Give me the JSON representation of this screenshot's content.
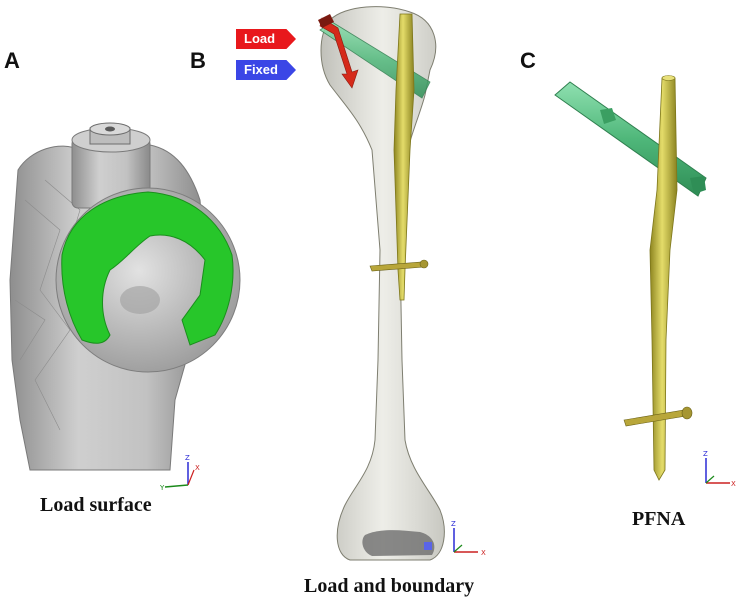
{
  "panels": {
    "a": {
      "letter": "A",
      "caption": "Load surface"
    },
    "b": {
      "letter": "B",
      "caption": "Load and boundary"
    },
    "c": {
      "letter": "C",
      "caption": "PFNA"
    }
  },
  "legend": {
    "load_label": "Load",
    "fixed_label": "Fixed",
    "load_color": "#e8181c",
    "fixed_color": "#3b46e6"
  },
  "triad_a": {
    "x": "Y",
    "y": "Z",
    "z": "X"
  },
  "triad_b": {
    "x": "X",
    "y": "Z"
  },
  "triad_c": {
    "x": "X",
    "y": "Z"
  },
  "colors": {
    "bone_gray": "#b8b8b8",
    "load_surface_green": "#27c62a",
    "nail_yellow": "#c8c04a",
    "blade_green": "#5fc78a"
  }
}
